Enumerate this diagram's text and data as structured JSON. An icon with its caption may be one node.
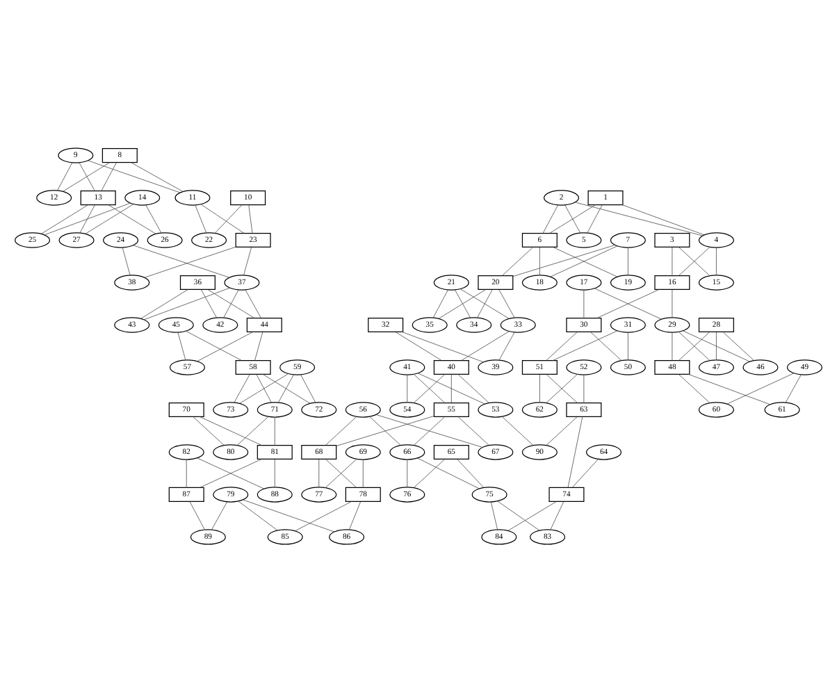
{
  "diagram": {
    "nodes": [
      {
        "text": [
          "8"
        ]
      },
      {
        "text": [
          "9"
        ]
      },
      {
        "text": [
          "2"
        ]
      },
      {
        "text": [
          "1"
        ]
      },
      {
        "text": [
          "11"
        ]
      },
      {
        "text": [
          "12"
        ]
      },
      {
        "text": [
          "10"
        ]
      },
      {
        "text": [
          "14"
        ]
      },
      {
        "text": [
          "13"
        ]
      },
      {
        "text": [
          "3"
        ]
      },
      {
        "text": [
          "4"
        ]
      },
      {
        "text": [
          "5"
        ]
      },
      {
        "text": [
          "6"
        ]
      },
      {
        "text": [
          "7"
        ]
      },
      {
        "text": [
          "23"
        ]
      },
      {
        "text": [
          "22"
        ]
      },
      {
        "text": [
          "24"
        ]
      },
      {
        "text": [
          "27"
        ]
      },
      {
        "text": [
          "25"
        ]
      },
      {
        "text": [
          "26"
        ]
      },
      {
        "text": [
          "15"
        ]
      },
      {
        "text": [
          "16"
        ]
      },
      {
        "text": [
          "17"
        ]
      },
      {
        "text": [
          "18"
        ]
      },
      {
        "text": [
          "20"
        ]
      },
      {
        "text": [
          "21"
        ]
      },
      {
        "text": [
          "19"
        ]
      },
      {
        "text": [
          "36"
        ]
      },
      {
        "text": [
          "37"
        ]
      },
      {
        "text": [
          "38"
        ]
      },
      {
        "text": [
          "28"
        ]
      },
      {
        "text": [
          "29"
        ]
      },
      {
        "text": [
          "30"
        ]
      },
      {
        "text": [
          "31"
        ]
      },
      {
        "text": [
          "32"
        ]
      },
      {
        "text": [
          "35"
        ]
      },
      {
        "text": [
          "33"
        ]
      },
      {
        "text": [
          "45"
        ]
      },
      {
        "text": [
          "34"
        ]
      },
      {
        "text": [
          "44"
        ]
      },
      {
        "text": [
          "42"
        ]
      },
      {
        "text": [
          "43"
        ]
      },
      {
        "text": [
          "47"
        ]
      },
      {
        "text": [
          "49"
        ]
      },
      {
        "text": [
          "46"
        ]
      },
      {
        "text": [
          "48"
        ]
      },
      {
        "text": [
          "52"
        ]
      },
      {
        "text": [
          "50"
        ]
      },
      {
        "text": [
          "51"
        ]
      },
      {
        "text": [
          "41"
        ]
      },
      {
        "text": [
          "40"
        ]
      },
      {
        "text": [
          "39"
        ]
      },
      {
        "text": [
          "58"
        ]
      },
      {
        "text": [
          "57"
        ]
      },
      {
        "text": [
          "59"
        ]
      },
      {
        "text": [
          "61"
        ]
      },
      {
        "text": [
          "60"
        ]
      },
      {
        "text": [
          "64"
        ]
      },
      {
        "text": [
          "63"
        ]
      },
      {
        "text": [
          "62"
        ]
      },
      {
        "text": [
          "53"
        ]
      },
      {
        "text": [
          "56"
        ]
      },
      {
        "text": [
          "55"
        ]
      },
      {
        "text": [
          "54"
        ]
      },
      {
        "text": [
          "71"
        ]
      },
      {
        "text": [
          "72"
        ]
      },
      {
        "text": [
          "73"
        ]
      },
      {
        "text": [
          "70"
        ]
      },
      {
        "text": [
          "65"
        ]
      },
      {
        "text": [
          "90"
        ]
      },
      {
        "text": [
          "67"
        ]
      },
      {
        "text": [
          "66"
        ]
      },
      {
        "text": [
          "68"
        ]
      },
      {
        "text": [
          "69"
        ]
      },
      {
        "text": [
          "82"
        ]
      },
      {
        "text": [
          "81"
        ]
      },
      {
        "text": [
          "80"
        ]
      },
      {
        "text": [
          "74"
        ]
      },
      {
        "text": [
          "75"
        ]
      },
      {
        "text": [
          "76"
        ]
      },
      {
        "text": [
          "77"
        ]
      },
      {
        "text": [
          "78"
        ]
      },
      {
        "text": [
          "79"
        ]
      },
      {
        "text": [
          "87"
        ]
      },
      {
        "text": [
          "88"
        ]
      },
      {
        "text": [
          "84"
        ]
      },
      {
        "text": [
          "83"
        ]
      },
      {
        "text": [
          "86"
        ]
      },
      {
        "text": [
          "85"
        ]
      },
      {
        "text": [
          "89"
        ]
      }
    ],
    "edges": [
      {
        "from": 2,
        "to": 10,
        "arrow": "none"
      },
      {
        "from": 2,
        "to": 11,
        "arrow": "none"
      },
      {
        "from": 2,
        "to": 12,
        "arrow": "none"
      },
      {
        "from": 3,
        "to": 10,
        "arrow": "none"
      },
      {
        "from": 3,
        "to": 11,
        "arrow": "none"
      },
      {
        "from": 3,
        "to": 12,
        "arrow": "none"
      },
      {
        "from": 9,
        "to": 20,
        "arrow": "none"
      },
      {
        "from": 9,
        "to": 21,
        "arrow": "none"
      },
      {
        "from": 10,
        "to": 20,
        "arrow": "none"
      },
      {
        "from": 10,
        "to": 21,
        "arrow": "none"
      },
      {
        "from": 12,
        "to": 23,
        "arrow": "none"
      },
      {
        "from": 12,
        "to": 24,
        "arrow": "none"
      },
      {
        "from": 12,
        "to": 26,
        "arrow": "none"
      },
      {
        "from": 13,
        "to": 23,
        "arrow": "none"
      },
      {
        "from": 13,
        "to": 24,
        "arrow": "none"
      },
      {
        "from": 13,
        "to": 26,
        "arrow": "none"
      },
      {
        "from": 0,
        "to": 4,
        "arrow": "none"
      },
      {
        "from": 0,
        "to": 5,
        "arrow": "none"
      },
      {
        "from": 0,
        "to": 8,
        "arrow": "none"
      },
      {
        "from": 1,
        "to": 4,
        "arrow": "none"
      },
      {
        "from": 1,
        "to": 5,
        "arrow": "none"
      },
      {
        "from": 1,
        "to": 8,
        "arrow": "none"
      },
      {
        "from": 4,
        "to": 14,
        "arrow": "none"
      },
      {
        "from": 4,
        "to": 15,
        "arrow": "none"
      },
      {
        "from": 6,
        "to": 14,
        "arrow": "none"
      },
      {
        "from": 6,
        "to": 15,
        "arrow": "none"
      },
      {
        "from": 7,
        "to": 17,
        "arrow": "none"
      },
      {
        "from": 7,
        "to": 18,
        "arrow": "none"
      },
      {
        "from": 7,
        "to": 19,
        "arrow": "none"
      },
      {
        "from": 8,
        "to": 17,
        "arrow": "none"
      },
      {
        "from": 8,
        "to": 18,
        "arrow": "none"
      },
      {
        "from": 8,
        "to": 19,
        "arrow": "none"
      },
      {
        "from": 21,
        "to": 31,
        "arrow": "none"
      },
      {
        "from": 21,
        "to": 32,
        "arrow": "none"
      },
      {
        "from": 22,
        "to": 31,
        "arrow": "none"
      },
      {
        "from": 22,
        "to": 32,
        "arrow": "none"
      },
      {
        "from": 24,
        "to": 35,
        "arrow": "none"
      },
      {
        "from": 24,
        "to": 36,
        "arrow": "none"
      },
      {
        "from": 24,
        "to": 38,
        "arrow": "none"
      },
      {
        "from": 25,
        "to": 35,
        "arrow": "none"
      },
      {
        "from": 25,
        "to": 36,
        "arrow": "none"
      },
      {
        "from": 25,
        "to": 38,
        "arrow": "none"
      },
      {
        "from": 14,
        "to": 28,
        "arrow": "none"
      },
      {
        "from": 14,
        "to": 29,
        "arrow": "none"
      },
      {
        "from": 16,
        "to": 28,
        "arrow": "none"
      },
      {
        "from": 16,
        "to": 29,
        "arrow": "none"
      },
      {
        "from": 27,
        "to": 39,
        "arrow": "none"
      },
      {
        "from": 27,
        "to": 40,
        "arrow": "none"
      },
      {
        "from": 27,
        "to": 41,
        "arrow": "none"
      },
      {
        "from": 28,
        "to": 39,
        "arrow": "none"
      },
      {
        "from": 28,
        "to": 40,
        "arrow": "none"
      },
      {
        "from": 28,
        "to": 41,
        "arrow": "none"
      },
      {
        "from": 30,
        "to": 42,
        "arrow": "none"
      },
      {
        "from": 30,
        "to": 44,
        "arrow": "none"
      },
      {
        "from": 30,
        "to": 45,
        "arrow": "none"
      },
      {
        "from": 31,
        "to": 42,
        "arrow": "none"
      },
      {
        "from": 31,
        "to": 44,
        "arrow": "none"
      },
      {
        "from": 31,
        "to": 45,
        "arrow": "none"
      },
      {
        "from": 32,
        "to": 47,
        "arrow": "none"
      },
      {
        "from": 32,
        "to": 48,
        "arrow": "none"
      },
      {
        "from": 33,
        "to": 47,
        "arrow": "none"
      },
      {
        "from": 33,
        "to": 48,
        "arrow": "none"
      },
      {
        "from": 34,
        "to": 50,
        "arrow": "none"
      },
      {
        "from": 34,
        "to": 51,
        "arrow": "none"
      },
      {
        "from": 36,
        "to": 50,
        "arrow": "none"
      },
      {
        "from": 36,
        "to": 51,
        "arrow": "none"
      },
      {
        "from": 37,
        "to": 52,
        "arrow": "none"
      },
      {
        "from": 37,
        "to": 53,
        "arrow": "none"
      },
      {
        "from": 39,
        "to": 52,
        "arrow": "none"
      },
      {
        "from": 39,
        "to": 53,
        "arrow": "none"
      },
      {
        "from": 43,
        "to": 55,
        "arrow": "none"
      },
      {
        "from": 43,
        "to": 56,
        "arrow": "none"
      },
      {
        "from": 45,
        "to": 55,
        "arrow": "none"
      },
      {
        "from": 45,
        "to": 56,
        "arrow": "none"
      },
      {
        "from": 46,
        "to": 58,
        "arrow": "none"
      },
      {
        "from": 46,
        "to": 59,
        "arrow": "none"
      },
      {
        "from": 48,
        "to": 58,
        "arrow": "none"
      },
      {
        "from": 48,
        "to": 59,
        "arrow": "none"
      },
      {
        "from": 49,
        "to": 60,
        "arrow": "none"
      },
      {
        "from": 49,
        "to": 62,
        "arrow": "none"
      },
      {
        "from": 49,
        "to": 63,
        "arrow": "none"
      },
      {
        "from": 50,
        "to": 60,
        "arrow": "none"
      },
      {
        "from": 50,
        "to": 62,
        "arrow": "none"
      },
      {
        "from": 50,
        "to": 63,
        "arrow": "none"
      },
      {
        "from": 52,
        "to": 64,
        "arrow": "none"
      },
      {
        "from": 52,
        "to": 65,
        "arrow": "none"
      },
      {
        "from": 52,
        "to": 66,
        "arrow": "none"
      },
      {
        "from": 54,
        "to": 64,
        "arrow": "none"
      },
      {
        "from": 54,
        "to": 65,
        "arrow": "none"
      },
      {
        "from": 54,
        "to": 66,
        "arrow": "none"
      },
      {
        "from": 57,
        "to": 77,
        "arrow": "none"
      },
      {
        "from": 58,
        "to": 77,
        "arrow": "none"
      },
      {
        "from": 58,
        "to": 69,
        "arrow": "none"
      },
      {
        "from": 60,
        "to": 69,
        "arrow": "none"
      },
      {
        "from": 61,
        "to": 70,
        "arrow": "none"
      },
      {
        "from": 61,
        "to": 71,
        "arrow": "none"
      },
      {
        "from": 61,
        "to": 72,
        "arrow": "none"
      },
      {
        "from": 62,
        "to": 70,
        "arrow": "none"
      },
      {
        "from": 62,
        "to": 71,
        "arrow": "none"
      },
      {
        "from": 62,
        "to": 72,
        "arrow": "none"
      },
      {
        "from": 64,
        "to": 75,
        "arrow": "none"
      },
      {
        "from": 64,
        "to": 76,
        "arrow": "none"
      },
      {
        "from": 67,
        "to": 75,
        "arrow": "none"
      },
      {
        "from": 67,
        "to": 76,
        "arrow": "none"
      },
      {
        "from": 68,
        "to": 78,
        "arrow": "none"
      },
      {
        "from": 68,
        "to": 79,
        "arrow": "none"
      },
      {
        "from": 71,
        "to": 78,
        "arrow": "none"
      },
      {
        "from": 71,
        "to": 79,
        "arrow": "none"
      },
      {
        "from": 72,
        "to": 80,
        "arrow": "none"
      },
      {
        "from": 72,
        "to": 81,
        "arrow": "none"
      },
      {
        "from": 73,
        "to": 80,
        "arrow": "none"
      },
      {
        "from": 73,
        "to": 81,
        "arrow": "none"
      },
      {
        "from": 74,
        "to": 83,
        "arrow": "none"
      },
      {
        "from": 74,
        "to": 84,
        "arrow": "none"
      },
      {
        "from": 75,
        "to": 83,
        "arrow": "none"
      },
      {
        "from": 75,
        "to": 84,
        "arrow": "none"
      },
      {
        "from": 77,
        "to": 85,
        "arrow": "none"
      },
      {
        "from": 77,
        "to": 86,
        "arrow": "none"
      },
      {
        "from": 78,
        "to": 85,
        "arrow": "none"
      },
      {
        "from": 78,
        "to": 86,
        "arrow": "none"
      },
      {
        "from": 81,
        "to": 87,
        "arrow": "none"
      },
      {
        "from": 81,
        "to": 88,
        "arrow": "none"
      },
      {
        "from": 82,
        "to": 87,
        "arrow": "none"
      },
      {
        "from": 82,
        "to": 88,
        "arrow": "none"
      },
      {
        "from": 82,
        "to": 89,
        "arrow": "none"
      },
      {
        "from": 83,
        "to": 89,
        "arrow": "none"
      }
    ]
  }
}
